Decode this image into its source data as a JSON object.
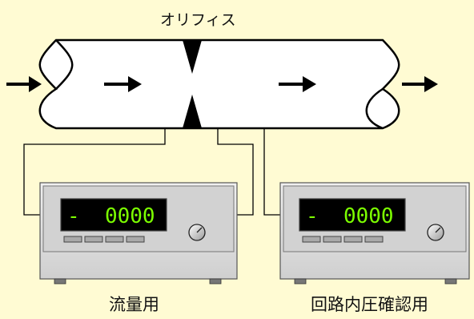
{
  "labels": {
    "orifice": "オリフィス",
    "meter_flow": "流量用",
    "meter_pressure": "回路内圧確認用"
  },
  "meters": [
    {
      "id": "flow",
      "display": "-  0000"
    },
    {
      "id": "pressure",
      "display": "-  0000"
    }
  ],
  "colors": {
    "background": "#fffbd3",
    "pipe_fill": "#ffffff",
    "outline": "#000000",
    "display_text": "#7cff00",
    "display_bg": "#000000",
    "meter_body": "#e4e4e4",
    "meter_panel": "#d2d2d2"
  }
}
